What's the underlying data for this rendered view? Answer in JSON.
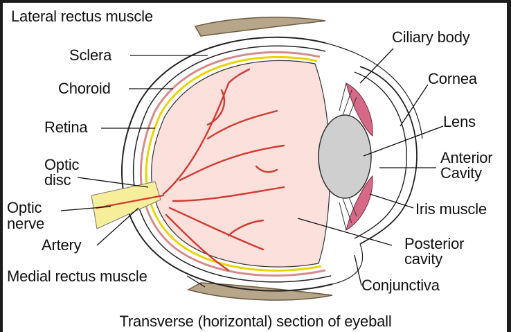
{
  "labels": {
    "lateral_rectus": "Lateral rectus muscle",
    "sclera": "Sclera",
    "choroid": "Choroid",
    "retina": "Retina",
    "optic_disc_1": "Optic",
    "optic_disc_2": "disc",
    "optic_nerve_1": "Optic",
    "optic_nerve_2": "nerve",
    "artery": "Artery",
    "medial_rectus": "Medial rectus muscle",
    "ciliary_body": "Ciliary body",
    "cornea": "Cornea",
    "lens": "Lens",
    "anterior_cavity_1": "Anterior",
    "anterior_cavity_2": "Cavity",
    "iris_muscle": "Iris muscle",
    "posterior_cavity_1": "Posterior",
    "posterior_cavity_2": "cavity",
    "conjunctiva": "Conjunctiva"
  },
  "caption": "Transverse (horizontal) section of eyeball",
  "colors": {
    "background": "#1c1c1c",
    "vitreous": "#fbe0db",
    "vessels": "#d23a32",
    "nerve": "#f6ee9a",
    "retina_line": "#e8d400",
    "muscle": "#b8a68a",
    "lens": "#cfcfcf",
    "ciliary": "#d56a86"
  }
}
